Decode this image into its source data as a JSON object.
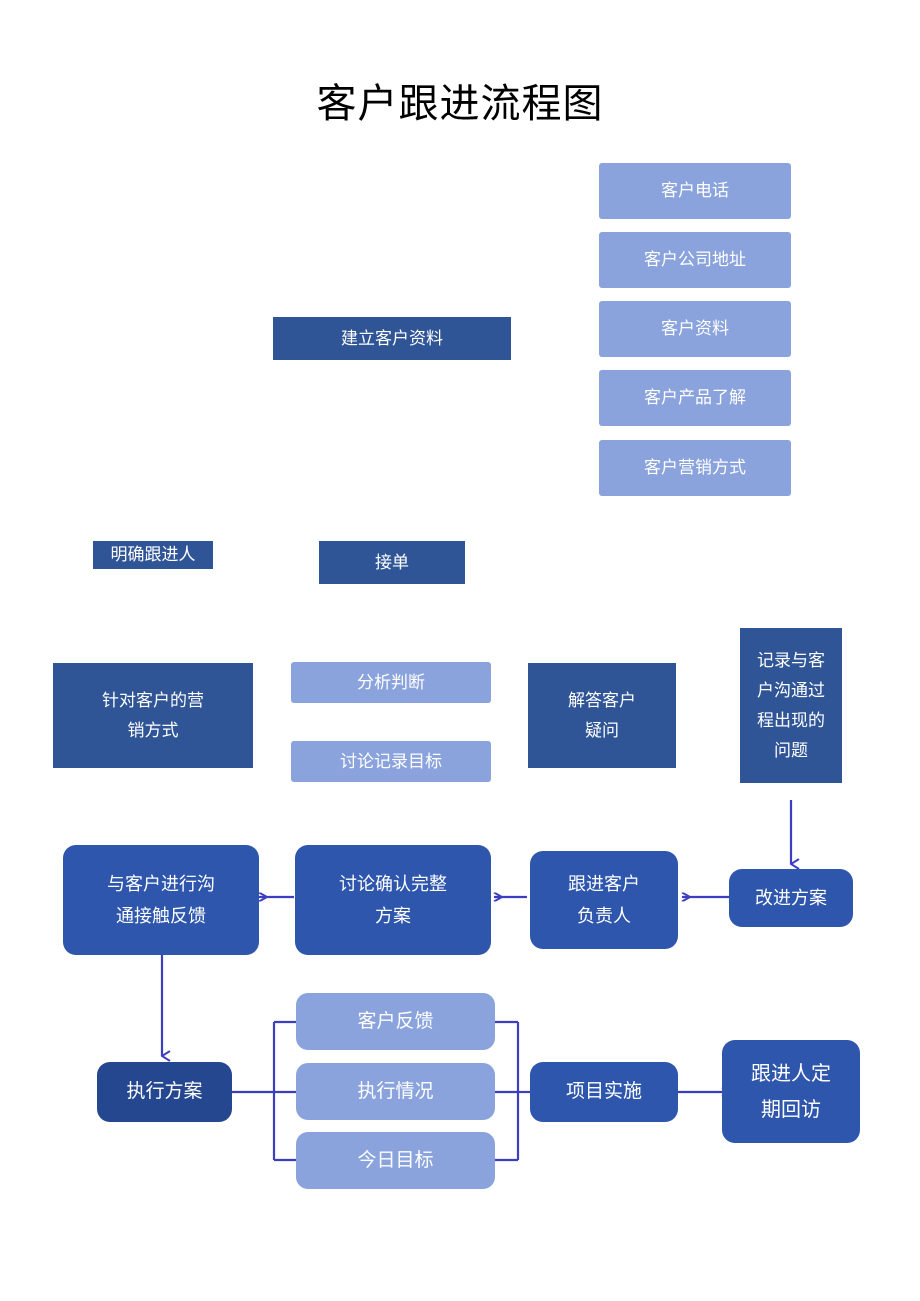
{
  "page": {
    "title": "客户跟进流程图",
    "background_color": "#ffffff"
  },
  "colors": {
    "light_blue": "#8aa3dc",
    "dark_blue": "#2f5597",
    "rounded_blue": "#2e56ac",
    "deep_blue": "#24478f",
    "connector": "#3d3dbf",
    "text_on_fill": "#ffffff",
    "title_text": "#000000"
  },
  "nodes": {
    "customer_phone": "客户电话",
    "customer_company_address": "客户公司地址",
    "customer_profile": "客户资料",
    "customer_product_understanding": "客户产品了解",
    "customer_marketing_method": "客户营销方式",
    "build_customer_profile": "建立客户资料",
    "confirm_follower": "明确跟进人",
    "take_order": "接单",
    "targeted_marketing": "针对客户的营\n销方式",
    "analysis_judgement": "分析判断",
    "discussion_record_goal": "讨论记录目标",
    "answer_customer_questions": "解答客户\n疑问",
    "record_communication_issues": "记录与客\n户沟通过\n程出现的\n问题",
    "communicate_feedback": "与客户进行沟\n通接触反馈",
    "discuss_confirm_plan": "讨论确认完整\n方案",
    "follow_up_owner": "跟进客户\n负责人",
    "improve_plan": "改进方案",
    "execute_plan": "执行方案",
    "customer_feedback": "客户反馈",
    "execution_status": "执行情况",
    "today_goal": "今日目标",
    "project_implementation": "项目实施",
    "follower_regular_visit": "跟进人定\n期回访"
  }
}
